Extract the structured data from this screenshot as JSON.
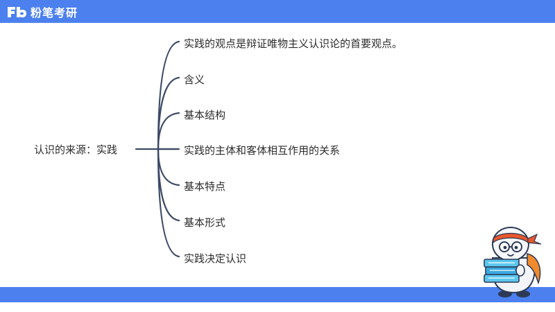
{
  "header": {
    "brand_text": "粉笔考研",
    "logo_icon": "fb-logo-icon",
    "bg_color": "#4b80ee"
  },
  "mindmap": {
    "root": "认识的来源：实践",
    "branches": [
      "实践的观点是辩证唯物主义认识论的首要观点。",
      "含义",
      "基本结构",
      "实践的主体和客体相互作用的关系",
      "基本特点",
      "基本形式",
      "实践决定认识"
    ],
    "line_color": "#3c4a66"
  },
  "mascot": {
    "icon": "mascot-with-books-icon"
  }
}
